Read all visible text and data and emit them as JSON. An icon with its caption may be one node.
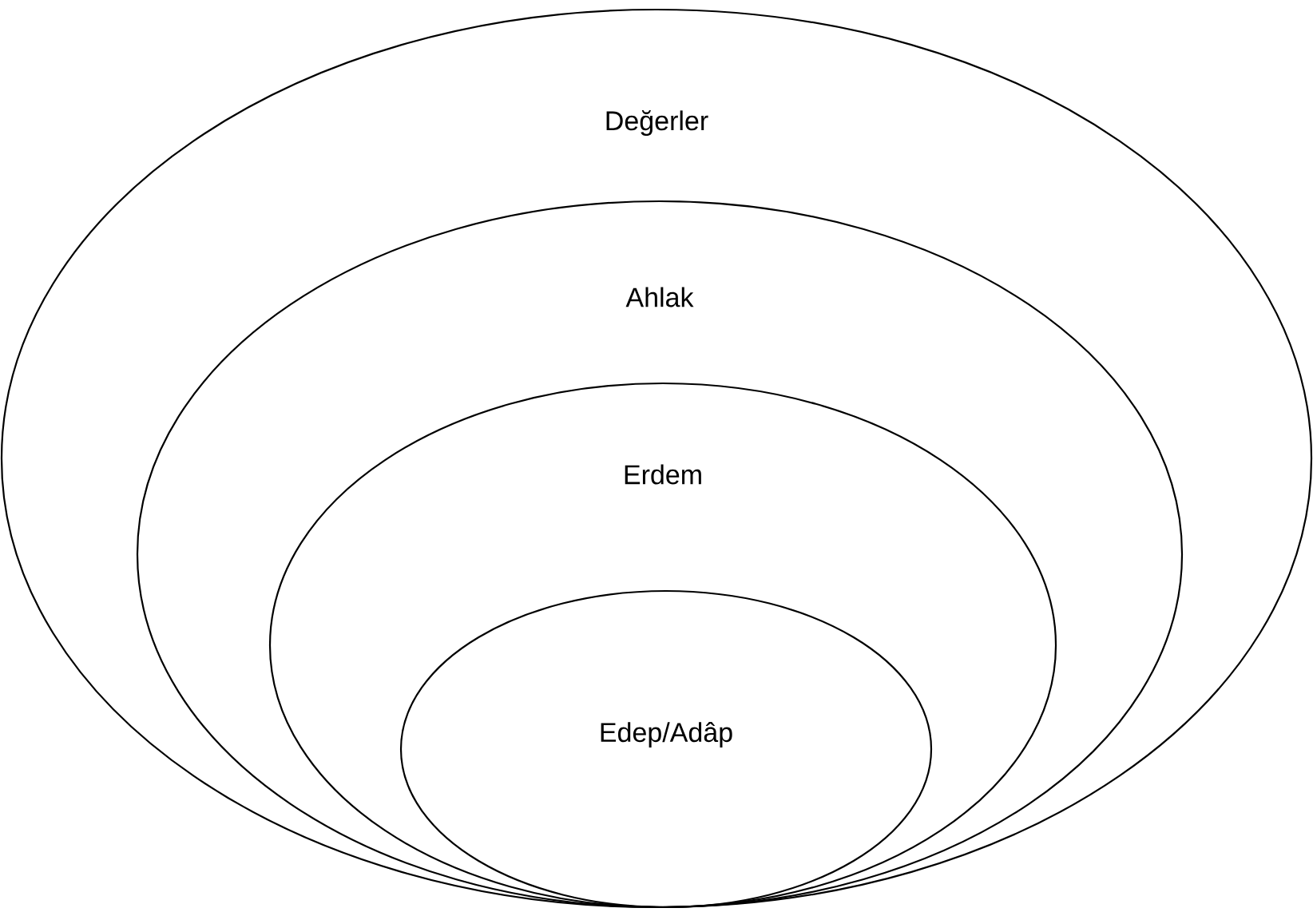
{
  "diagram": {
    "nodes": [
      {
        "text": [
          "Değerler"
        ]
      },
      {
        "text": [
          "Ahlak"
        ],
        "in": 0
      },
      {
        "text": [
          "Erdem"
        ],
        "in": 1
      },
      {
        "text": [
          "Edep/Adâp"
        ],
        "in": 2
      }
    ]
  }
}
